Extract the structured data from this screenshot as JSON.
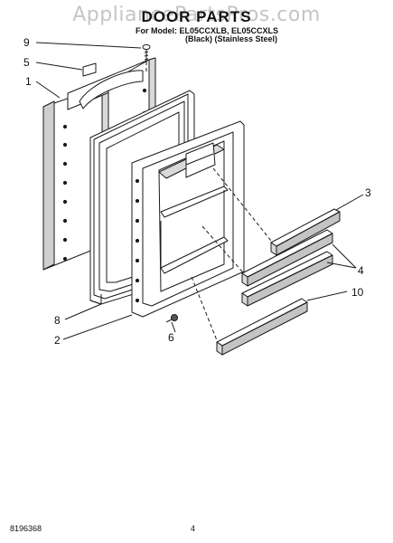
{
  "watermark": "AppliancePartsPros.com",
  "title": "DOOR PARTS",
  "model_line": "For Model: EL05CCXLB, EL05CCXLS",
  "variant_line": "(Black)  (Stainless Steel)",
  "callouts": [
    "9",
    "5",
    "1",
    "3",
    "4",
    "10",
    "8",
    "2",
    "6"
  ],
  "footer": {
    "doc_number": "8196368",
    "page_number": "4"
  },
  "colors": {
    "line": "#1a1a1a",
    "shade": "#d9d9d9",
    "dark": "#555555"
  }
}
